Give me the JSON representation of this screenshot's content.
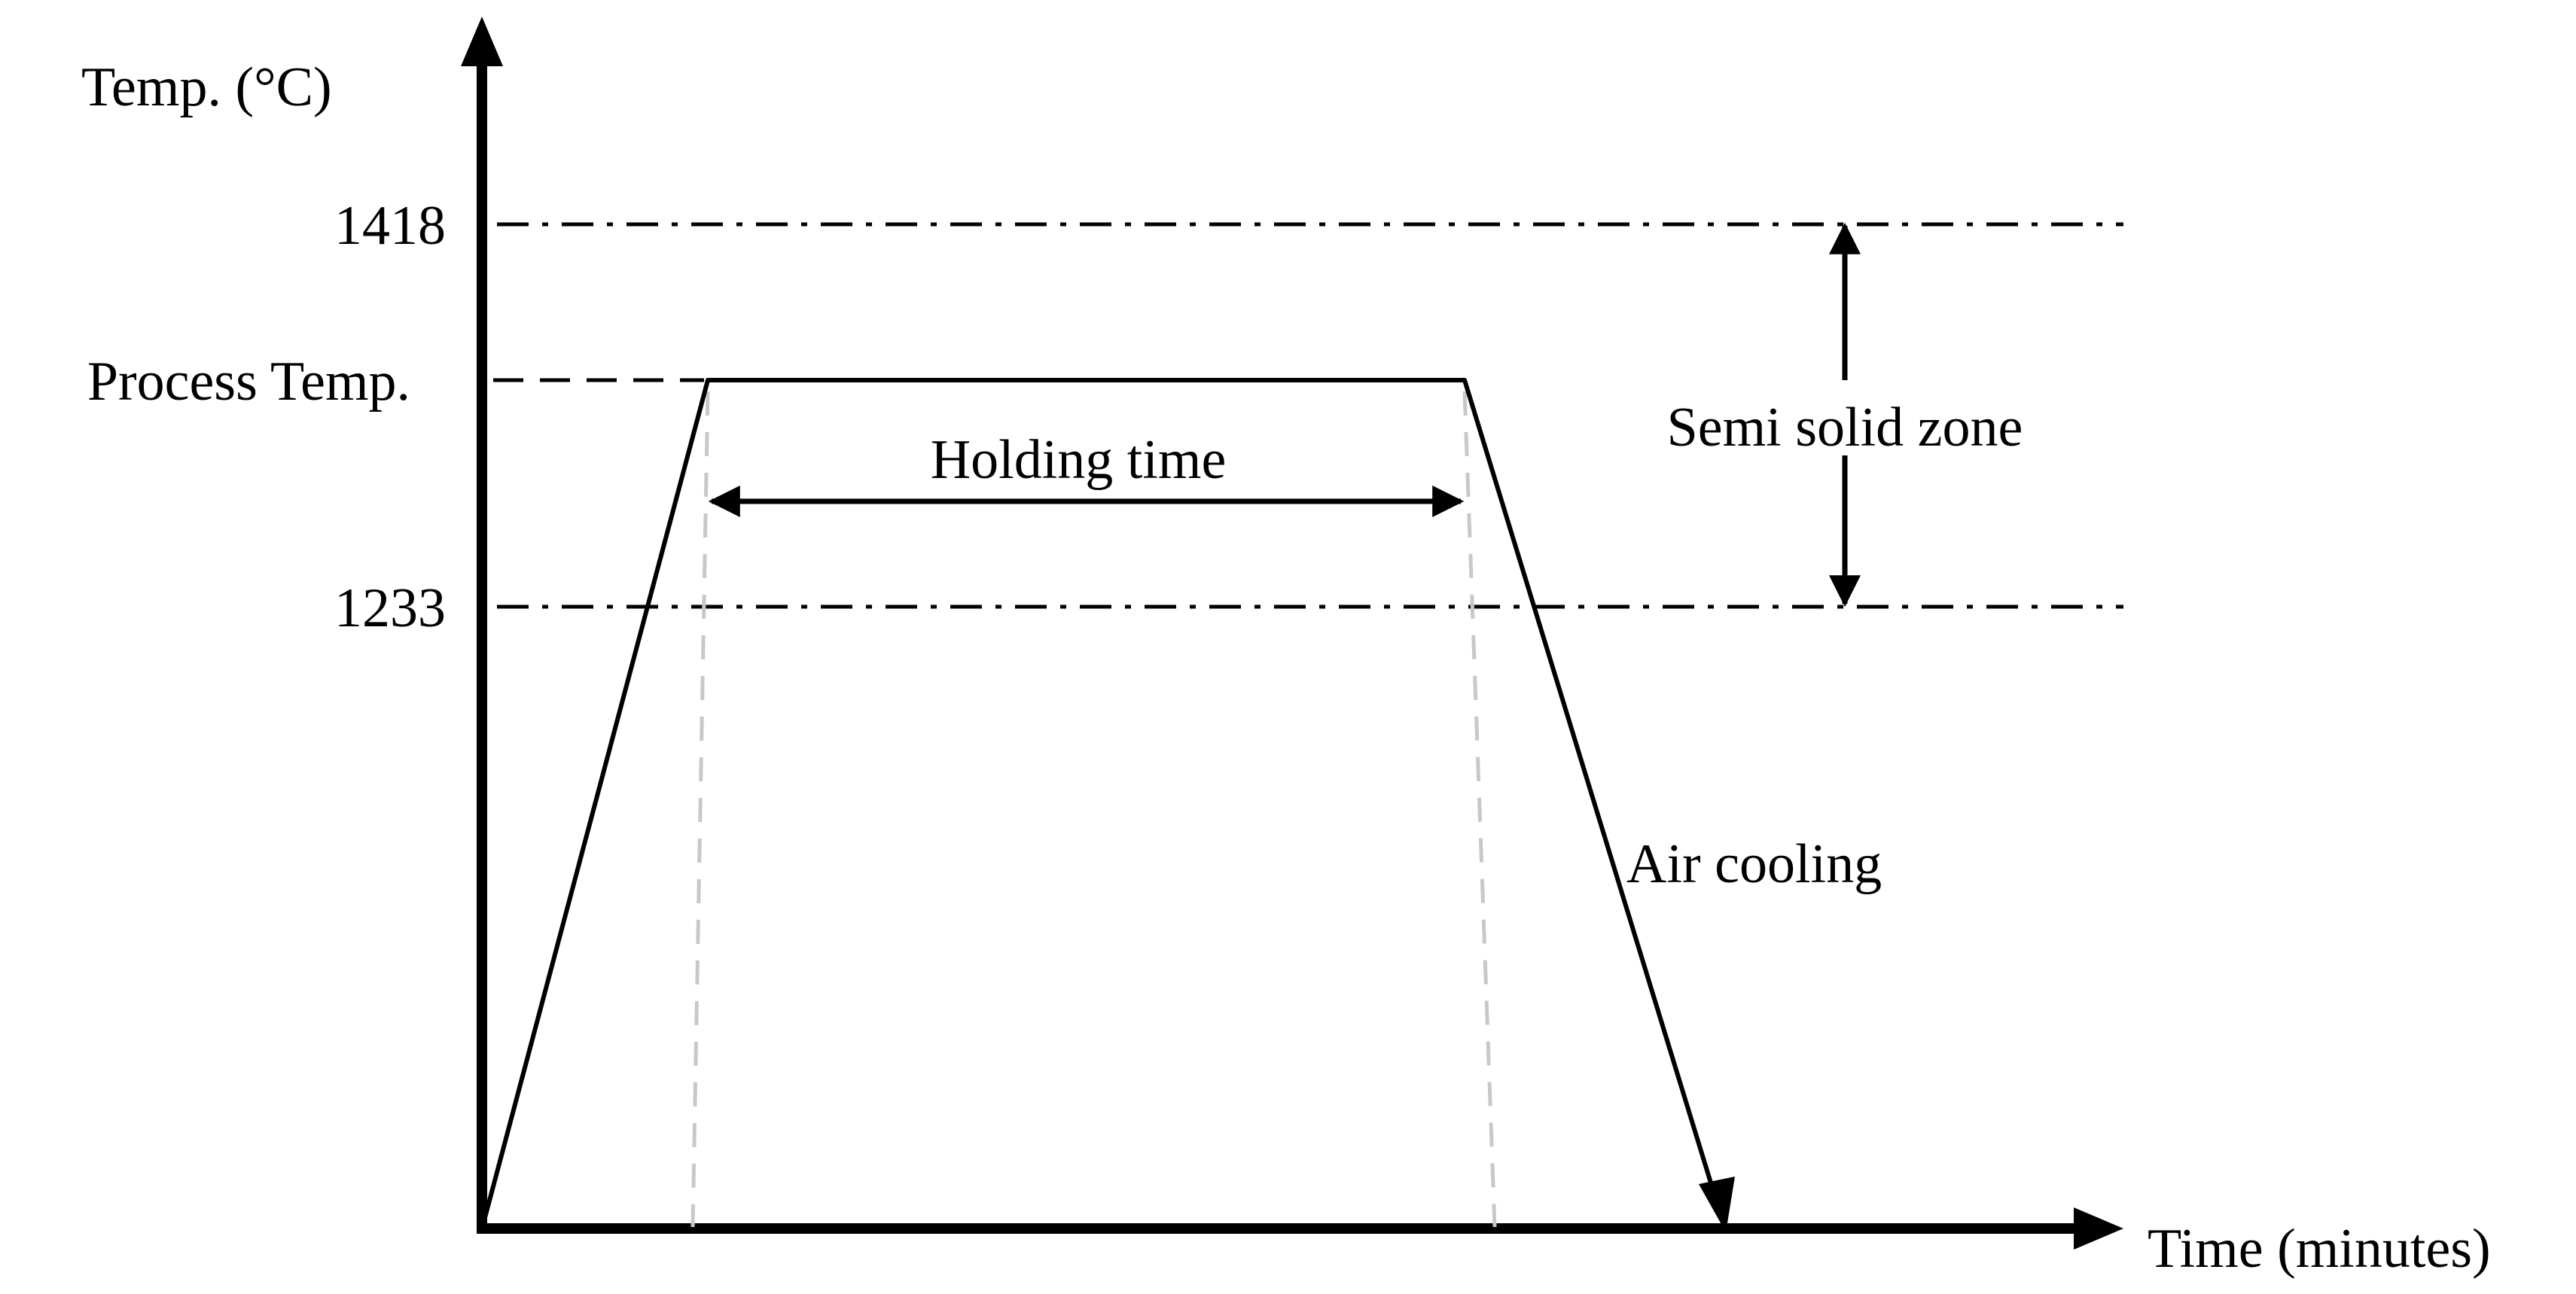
{
  "diagram": {
    "y_axis_label": "Temp. (°C)",
    "x_axis_label": "Time (minutes)",
    "y_ticks": {
      "upper": "1418",
      "process": "Process Temp.",
      "lower": "1233"
    },
    "annotations": {
      "holding": "Holding time",
      "semi_solid": "Semi solid zone",
      "cooling": "Air cooling"
    }
  }
}
